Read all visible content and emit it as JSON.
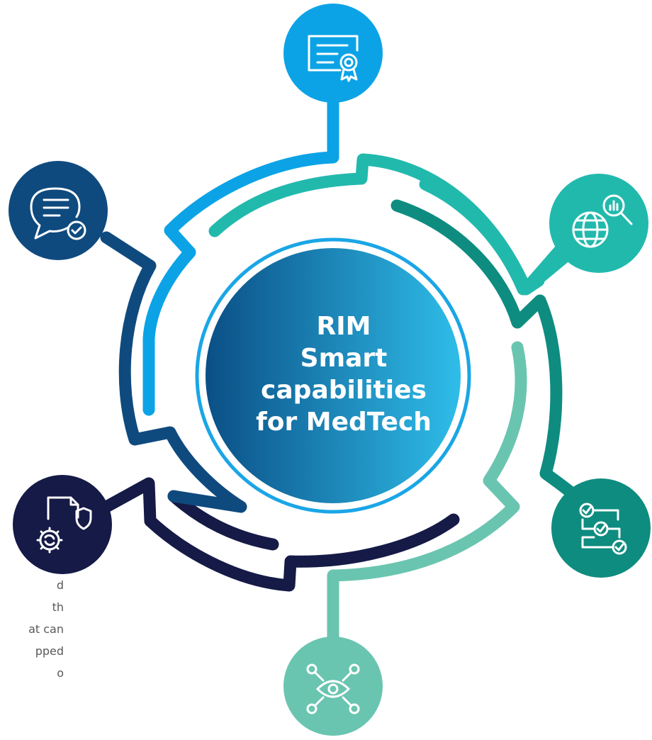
{
  "center": {
    "lines": [
      "RIM",
      "Smart",
      "capabilities",
      "for MedTech"
    ]
  },
  "side_text": {
    "lines": [
      "d",
      "th",
      "at can",
      "pped",
      "o"
    ]
  },
  "nodes": [
    {
      "id": "top",
      "icon": "certificate-icon",
      "color": "#0ca3e6"
    },
    {
      "id": "upper-right",
      "icon": "globe-analytics-icon",
      "color": "#22b9ad"
    },
    {
      "id": "lower-right",
      "icon": "checklist-icon",
      "color": "#0e8c80"
    },
    {
      "id": "bottom",
      "icon": "eye-network-icon",
      "color": "#6ac5b0"
    },
    {
      "id": "lower-left",
      "icon": "document-gear-shield-icon",
      "color": "#151a46"
    },
    {
      "id": "upper-left",
      "icon": "chat-check-icon",
      "color": "#0f4a7e"
    }
  ],
  "colors": {
    "center_gradient_start": "#0a4f86",
    "center_gradient_end": "#2fbde9",
    "ring_outline": "#1aa6e6"
  }
}
